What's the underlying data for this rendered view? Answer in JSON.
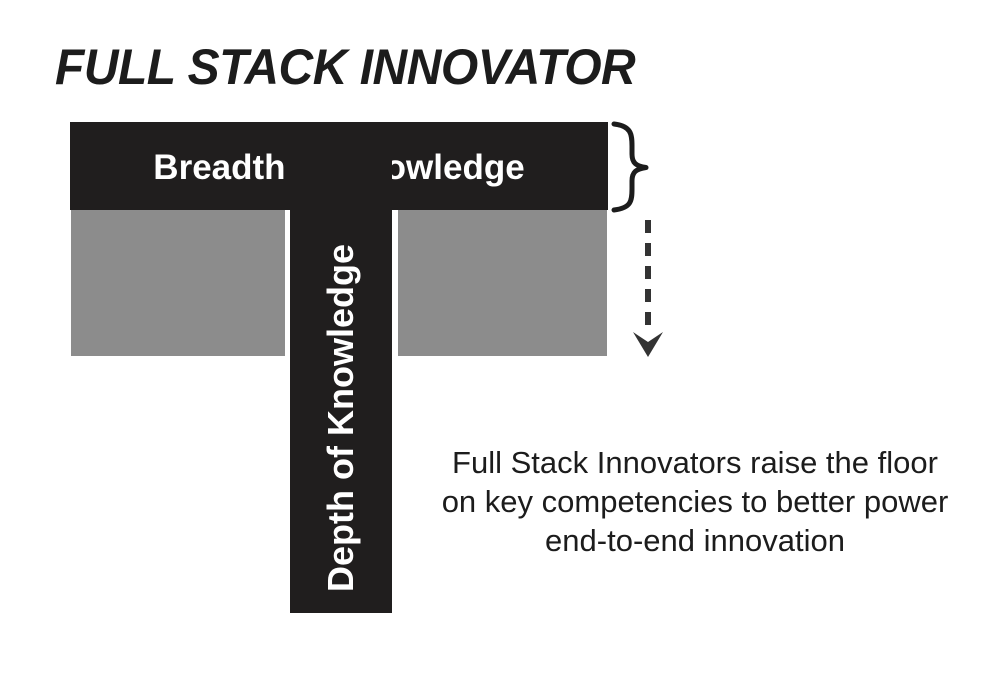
{
  "title": "FULL STACK INNOVATOR",
  "diagram": {
    "horizontal_bar_label": "Breadth of Knowledge",
    "vertical_bar_label": "Depth of Knowledge"
  },
  "caption": {
    "line1": "Full Stack Innovators raise the floor",
    "line2": "on key competencies to better power",
    "line3": "end-to-end innovation"
  },
  "icons": {
    "brace": "right-curly-brace-icon",
    "arrow": "dashed-down-arrow-icon"
  },
  "colors": {
    "bar_black": "#201e1e",
    "gray_fill": "#8c8c8c",
    "text_white": "#ffffff",
    "ink": "#1c1c1c",
    "arrow_gray": "#333333"
  }
}
